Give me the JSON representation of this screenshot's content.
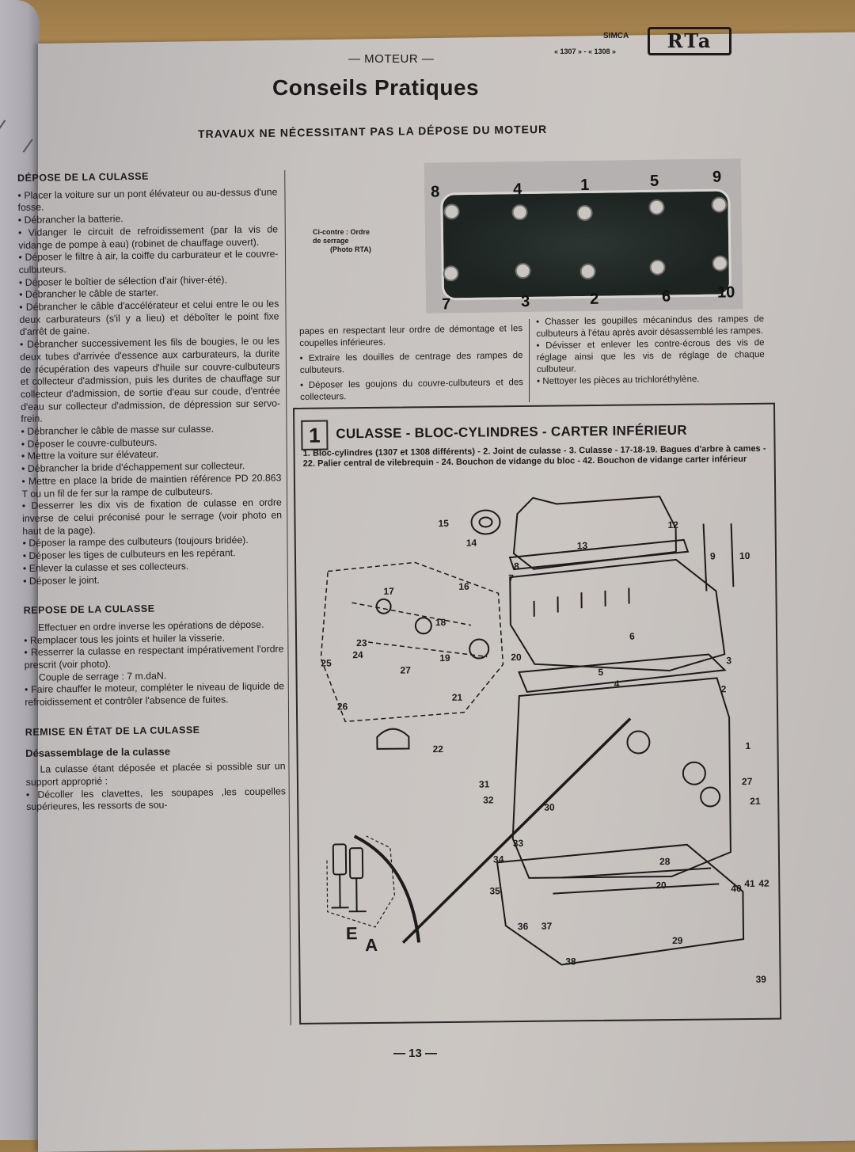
{
  "header": {
    "section_kicker": "— MOTEUR —",
    "brand": {
      "make": "SIMCA",
      "models": "« 1307 » - « 1308 »",
      "logo": "RTa"
    },
    "title": "Conseils Pratiques",
    "subtitle": "TRAVAUX NE NÉCESSITANT PAS LA DÉPOSE DU MOTEUR"
  },
  "depose": {
    "heading": "DÉPOSE DE LA CULASSE",
    "items": [
      "Placer la voiture sur un pont élévateur ou au-dessus d'une fosse.",
      "Débrancher la batterie.",
      "Vidanger le circuit de refroidissement (par la vis de vidange de pompe à eau) (robinet de chauffage ouvert).",
      "Déposer le filtre à air, la coiffe du carburateur et le couvre-culbuteurs.",
      "Déposer le boîtier de sélection d'air (hiver-été).",
      "Débrancher le câble de starter.",
      "Débrancher le câble d'accélérateur et celui entre le ou les deux carburateurs (s'il y a lieu) et déboîter le point fixe d'arrêt de gaine.",
      "Débrancher successivement les fils de bougies, le ou les deux tubes d'arrivée d'essence aux carburateurs, la durite de récupération des vapeurs d'huile sur couvre-culbuteurs et collecteur d'admission, puis les durites de chauffage sur collecteur d'admission, de sortie d'eau sur coude, d'entrée d'eau sur collecteur d'admission, de dépression sur servo-frein.",
      "Débrancher le câble de masse sur culasse.",
      "Déposer le couvre-culbuteurs.",
      "Mettre la voiture sur élévateur.",
      "Débrancher la bride d'échappement sur collecteur.",
      "Mettre en place la bride de maintien référence PD 20.863 T ou un fil de fer sur la rampe de culbuteurs.",
      "Desserrer les dix vis de fixation de culasse en ordre inverse de celui préconisé pour le serrage (voir photo en haut de la page).",
      "Déposer la rampe des culbuteurs (toujours bridée).",
      "Déposer les tiges de culbuteurs en les repérant.",
      "Enlever la culasse et ses collecteurs.",
      "Déposer le joint."
    ]
  },
  "repose": {
    "heading": "REPOSE DE LA CULASSE",
    "intro": "Effectuer en ordre inverse les opérations de dépose.",
    "items": [
      "Remplacer tous les joints et huiler la visserie.",
      "Resserrer la culasse en respectant impérativement l'ordre prescrit (voir photo)."
    ],
    "torque": "Couple de serrage : 7 m.daN.",
    "final_item": "Faire chauffer le moteur, compléter le niveau de liquide de refroidissement et contrôler l'absence de fuites."
  },
  "remise": {
    "heading": "REMISE EN ÉTAT DE LA CULASSE",
    "subheading": "Désassemblage de la culasse",
    "intro": "La culasse étant déposée et placée si possible sur un support approprié :",
    "item": "Décoller les clavettes, les soupapes ,les coupelles supérieures, les ressorts de sou-"
  },
  "photo": {
    "caption_line1": "Ci-contre : Ordre",
    "caption_line2": "de serrage",
    "caption_line3": "(Photo RTA)",
    "bolt_order_top": [
      "8",
      "4",
      "1",
      "5",
      "9"
    ],
    "bolt_order_bottom": [
      "7",
      "3",
      "2",
      "6",
      "10"
    ]
  },
  "continued": {
    "mid": [
      "papes en respectant leur ordre de démontage et les coupelles inférieures.",
      "Extraire les douilles de centrage des rampes de culbuteurs.",
      "Déposer les goujons du couvre-culbuteurs et des collecteurs."
    ],
    "right": [
      "Chasser les goupilles mécanindus des rampes de culbuteurs à l'étau après avoir désassemblé les rampes.",
      "Dévisser et enlever les contre-écrous des vis de réglage ainsi que les vis de réglage de chaque culbuteur.",
      "Nettoyer les pièces au trichloréthylène."
    ]
  },
  "figure": {
    "number": "1",
    "title": "CULASSE - BLOC-CYLINDRES - CARTER INFÉRIEUR",
    "legend": "1. Bloc-cylindres (1307 et 1308 différents) - 2. Joint de culasse - 3. Culasse - 17-18-19. Bagues d'arbre à cames - 22. Palier central de vilebrequin - 24. Bouchon de vidange du bloc - 42. Bouchon de vidange carter inférieur",
    "callouts": [
      "1",
      "2",
      "3",
      "4",
      "5",
      "6",
      "7",
      "8",
      "9",
      "10",
      "12",
      "13",
      "14",
      "15",
      "16",
      "17",
      "18",
      "19",
      "20",
      "21",
      "22",
      "23",
      "24",
      "25",
      "26",
      "27",
      "28",
      "29",
      "30",
      "31",
      "32",
      "33",
      "34",
      "35",
      "36",
      "37",
      "38",
      "39",
      "40",
      "41",
      "42"
    ],
    "valve_labels": [
      "E",
      "A"
    ]
  },
  "footer": {
    "page_number": "— 13 —"
  }
}
